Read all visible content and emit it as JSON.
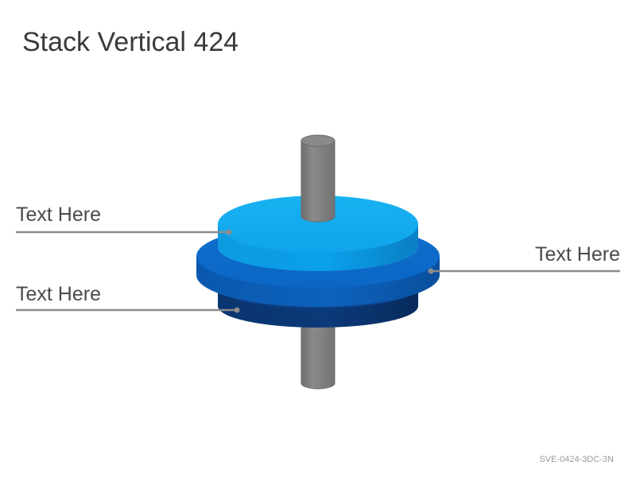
{
  "title": "Stack Vertical 424",
  "labels": {
    "top_left": "Text Here",
    "right": "Text Here",
    "bottom_left": "Text Here"
  },
  "footer_code": "SVE-0424-3DC-3N",
  "colors": {
    "pole": "#808080",
    "disc_top": "#12a8ee",
    "disc_middle": "#0d66c2",
    "disc_bottom": "#0b3878",
    "leader_line": "#8c8c8c"
  }
}
